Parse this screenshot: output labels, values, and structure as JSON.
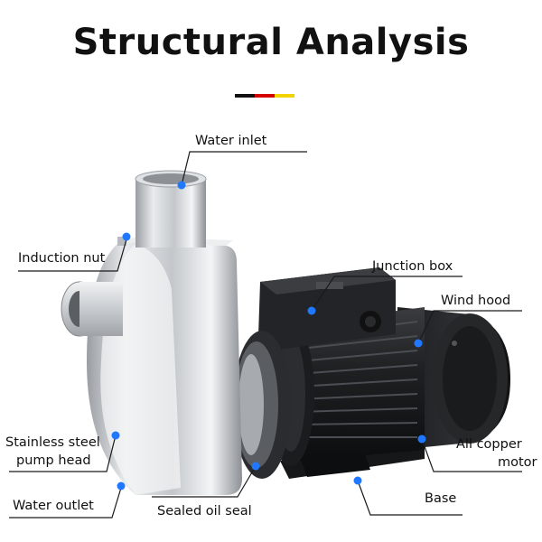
{
  "title": "Structural Analysis",
  "flag_colors": [
    "#111111",
    "#d40000",
    "#f2d500"
  ],
  "accent_color": "#1f78ff",
  "labels": {
    "water_inlet": "Water inlet",
    "induction_nut": "Induction nut",
    "junction_box": "Junction box",
    "wind_hood": "Wind hood",
    "stainless_steel_pump_head_line1": "Stainless steel",
    "stainless_steel_pump_head_line2": "pump head",
    "all_copper_motor_line1": "All copper",
    "all_copper_motor_line2": "motor",
    "water_outlet": "Water outlet",
    "sealed_oil_seal": "Sealed oil seal",
    "base": "Base"
  }
}
